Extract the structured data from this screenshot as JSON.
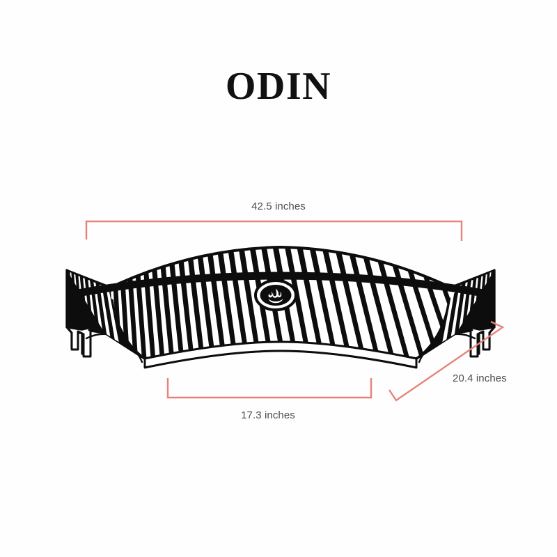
{
  "page": {
    "background_color": "#fefefe",
    "title": "ODIN"
  },
  "product": {
    "name": "ODIN",
    "type": "curved-fire-grate",
    "emblem": {
      "icon": "flame-icon",
      "shape": "oval",
      "fill_color": "#0d0d0d",
      "glyph_color": "#ffffff"
    },
    "line_color": "#0d0d0d",
    "bar_count": 51
  },
  "dimensions": {
    "accent_color": "#e8817a",
    "text_color": "#4d4d4d",
    "items": [
      {
        "id": "overall-width",
        "label": "42.5 inches",
        "value": 42.5,
        "unit": "inches",
        "orientation": "horizontal-top",
        "position": "above-product"
      },
      {
        "id": "base-depth",
        "label": "17.3 inches",
        "value": 17.3,
        "unit": "inches",
        "orientation": "horizontal-bottom",
        "position": "below-product"
      },
      {
        "id": "side-length",
        "label": "20.4 inches",
        "value": 20.4,
        "unit": "inches",
        "orientation": "diagonal",
        "position": "right-of-product"
      }
    ]
  }
}
